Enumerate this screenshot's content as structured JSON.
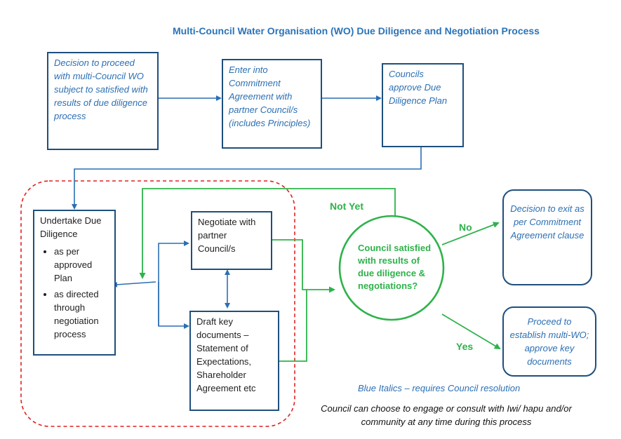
{
  "title": "Multi-Council Water Organisation (WO) Due Diligence and Negotiation Process",
  "boxes": {
    "decision": "Decision to proceed with multi-Council WO subject to satisfied with results of due diligence process",
    "commitment": "Enter into Commitment Agreement with partner Council/s (includes Principles)",
    "approve_plan": "Councils approve Due Diligence Plan",
    "undertake": "Undertake Due Diligence",
    "undertake_bullets": [
      "as per approved Plan",
      "as directed through negotiation process"
    ],
    "negotiate": "Negotiate with partner Council/s",
    "draft": "Draft key documents – Statement of Expectations, Shareholder Agreement etc",
    "exit": "Decision to exit as per Commitment Agreement clause",
    "proceed": "Proceed to establish multi-WO; approve key documents"
  },
  "decision_node": "Council satisfied with results of due diligence & negotiations?",
  "labels": {
    "not_yet": "Not Yet",
    "no": "No",
    "yes": "Yes"
  },
  "notes": {
    "legend": "Blue Italics – requires Council resolution",
    "footer": "Council can choose to engage or consult with Iwi/ hapu and/or community at any time during this process"
  },
  "colors": {
    "box_border": "#1e4f7e",
    "blue_text": "#2b6fb3",
    "green": "#2eb24a",
    "red_dashed": "#e02020"
  }
}
